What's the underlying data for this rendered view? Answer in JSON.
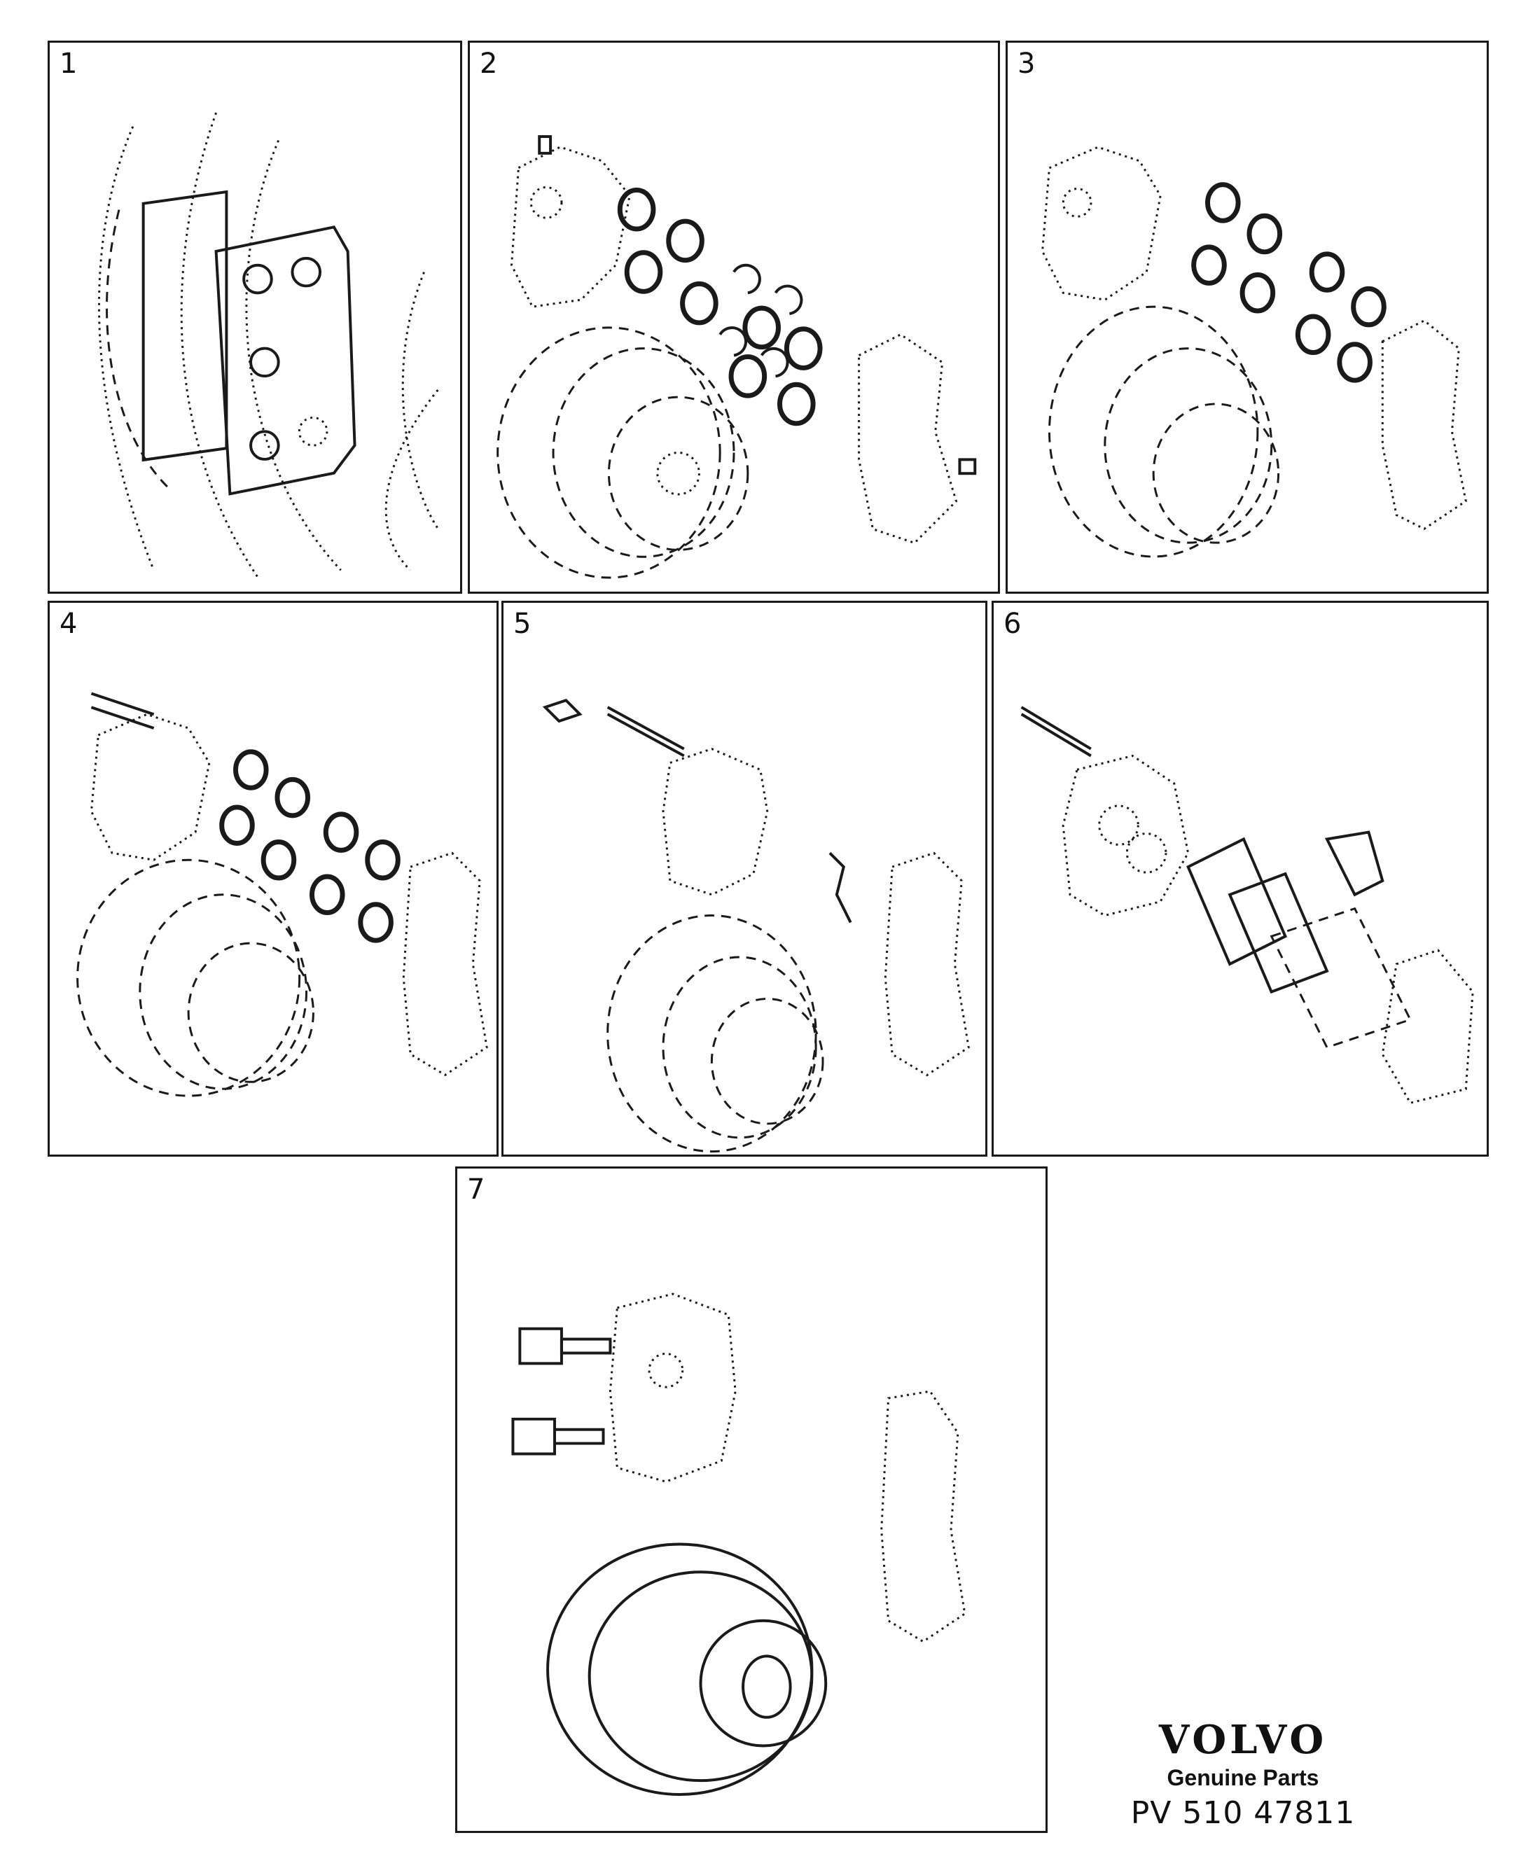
{
  "panels": [
    {
      "number": "1"
    },
    {
      "number": "2"
    },
    {
      "number": "3"
    },
    {
      "number": "4"
    },
    {
      "number": "5"
    },
    {
      "number": "6"
    },
    {
      "number": "7"
    }
  ],
  "branding": {
    "logo": "VOLVO",
    "subtitle": "Genuine Parts",
    "part_code": "PV 510  47811"
  }
}
